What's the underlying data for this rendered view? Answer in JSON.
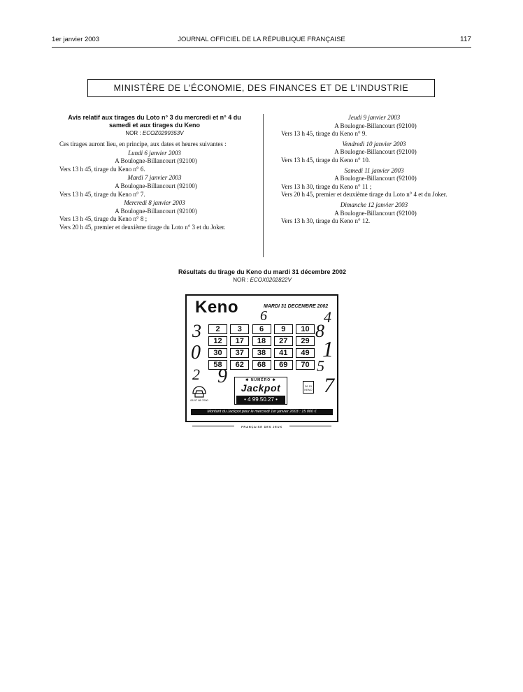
{
  "header": {
    "date": "1er janvier 2003",
    "journal": "JOURNAL OFFICIEL DE LA RÉPUBLIQUE FRANÇAISE",
    "page_number": "117"
  },
  "ministry": "MINISTÈRE DE L’ÉCONOMIE, DES FINANCES ET DE L’INDUSTRIE",
  "notice": {
    "title": "Avis relatif aux tirages du Loto n° 3 du mercredi et n° 4 du samedi et aux tirages du Keno",
    "nor_label": "NOR :",
    "nor_code": "ECOZ0299353V",
    "intro": "Ces tirages auront lieu, en principe, aux dates et heures suivantes :",
    "left_entries": [
      {
        "day": "Lundi 6 janvier 2003",
        "place": "A Boulogne-Billancourt (92100)",
        "lines": [
          "Vers 13 h 45, tirage du Keno n° 6."
        ]
      },
      {
        "day": "Mardi 7 janvier 2003",
        "place": "A Boulogne-Billancourt (92100)",
        "lines": [
          "Vers 13 h 45, tirage du Keno n° 7."
        ]
      },
      {
        "day": "Mercredi 8 janvier 2003",
        "place": "A Boulogne-Billancourt (92100)",
        "lines": [
          "Vers 13 h 45, tirage du Keno n° 8 ;",
          "Vers 20 h 45, premier et deuxième tirage du Loto n° 3 et du Joker."
        ]
      }
    ],
    "right_entries": [
      {
        "day": "Jeudi 9 janvier 2003",
        "place": "A Boulogne-Billancourt (92100)",
        "lines": [
          "Vers 13 h 45, tirage du Keno n° 9."
        ]
      },
      {
        "day": "Vendredi 10 janvier 2003",
        "place": "A Boulogne-Billancourt (92100)",
        "lines": [
          "Vers 13 h 45, tirage du Keno n° 10."
        ]
      },
      {
        "day": "Samedi 11 janvier 2003",
        "place": "A Boulogne-Billancourt (92100)",
        "lines": [
          "Vers 13 h 30, tirage du Keno n° 11 ;",
          "Vers 20 h 45, premier et deuxième tirage du Loto n° 4 et du Joker."
        ]
      },
      {
        "day": "Dimanche 12 janvier 2003",
        "place": "A Boulogne-Billancourt (92100)",
        "lines": [
          "Vers 13 h 30, tirage du Keno n° 12."
        ]
      }
    ]
  },
  "results": {
    "title": "Résultats du tirage du Keno du mardi 31 décembre 2002",
    "nor_label": "NOR :",
    "nor_code": "ECOX0202822V"
  },
  "ticket": {
    "logo": "Keno",
    "date": "MARDI 31 DECEMBRE 2002",
    "numbers": [
      [
        2,
        3,
        6,
        9,
        10
      ],
      [
        12,
        17,
        18,
        27,
        29
      ],
      [
        30,
        37,
        38,
        41,
        49
      ],
      [
        58,
        62,
        68,
        69,
        70
      ]
    ],
    "handwritten_digits": [
      "6",
      "4",
      "3",
      "8",
      "0",
      "1",
      "5",
      "2",
      "9",
      "7"
    ],
    "jackpot_label": "✱ NUMÉRO ✱",
    "jackpot_word": "Jackpot",
    "jackpot_amount": "• 4 99.50.27 •",
    "phone_text": "08 97 88 7000",
    "minitel_text": "36 15 KENO",
    "footer_text": "Montant du Jackpot pour le mercredi 1er janvier 2003 : 15 000 €",
    "brand": "FRANÇAISE DES JEUX"
  }
}
